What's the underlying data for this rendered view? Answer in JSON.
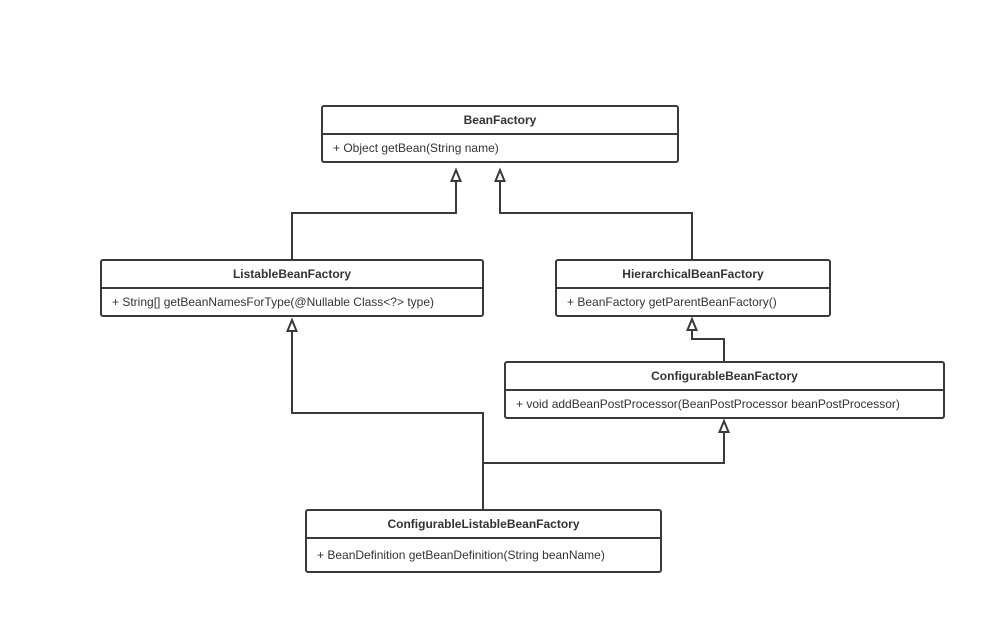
{
  "classes": {
    "bean_factory": {
      "name": "BeanFactory",
      "method": "+ Object getBean(String name)"
    },
    "listable_bean_factory": {
      "name": "ListableBeanFactory",
      "method": "+ String[] getBeanNamesForType(@Nullable Class<?> type)"
    },
    "hierarchical_bean_factory": {
      "name": "HierarchicalBeanFactory",
      "method": "+ BeanFactory getParentBeanFactory()"
    },
    "configurable_bean_factory": {
      "name": "ConfigurableBeanFactory",
      "method": "+ void addBeanPostProcessor(BeanPostProcessor beanPostProcessor)"
    },
    "configurable_listable_bean_factory": {
      "name": "ConfigurableListableBeanFactory",
      "method": "+ BeanDefinition getBeanDefinition(String beanName)"
    }
  },
  "relations": [
    {
      "from": "ListableBeanFactory",
      "to": "BeanFactory",
      "kind": "generalization"
    },
    {
      "from": "HierarchicalBeanFactory",
      "to": "BeanFactory",
      "kind": "generalization"
    },
    {
      "from": "ConfigurableBeanFactory",
      "to": "HierarchicalBeanFactory",
      "kind": "generalization"
    },
    {
      "from": "ConfigurableListableBeanFactory",
      "to": "ListableBeanFactory",
      "kind": "generalization"
    },
    {
      "from": "ConfigurableListableBeanFactory",
      "to": "ConfigurableBeanFactory",
      "kind": "generalization"
    }
  ],
  "colors": {
    "line": "#3a3a3a",
    "text": "#333333",
    "background": "#ffffff"
  }
}
